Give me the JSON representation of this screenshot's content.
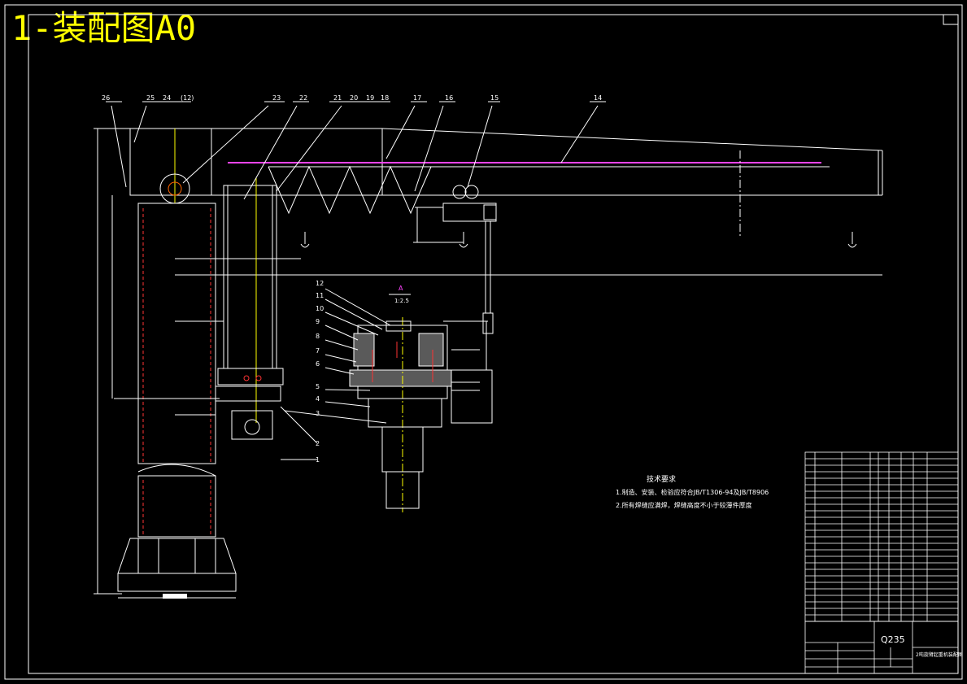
{
  "sheet_title": "1-装配图A0",
  "colors": {
    "background": "#000000",
    "lines": "#ffffff",
    "title": "#ffff00",
    "centerline": "#ffff00",
    "rail": "#ff44ff",
    "hidden": "#ff3333",
    "accent": "#ff6600"
  },
  "balloons_top": [
    "26",
    "25",
    "24",
    "(12)",
    "23",
    "22",
    "21",
    "20",
    "19",
    "18",
    "17",
    "16",
    "15",
    "14"
  ],
  "balloons_side": [
    "12",
    "11",
    "10",
    "9",
    "8",
    "7",
    "6",
    "5",
    "4",
    "3",
    "2",
    "1"
  ],
  "section_label": "A",
  "section_scale": "1:2.5",
  "tech_req_title": "技术要求",
  "tech_req_lines": [
    "1.制造、安装、检验应符合JB/T1306-94及JB/T8906",
    "2.所有焊缝应满焊，焊缝高度不小于较薄件厚度"
  ],
  "material": "Q235",
  "title_block_name": "2吨旋臂起重机装配图"
}
